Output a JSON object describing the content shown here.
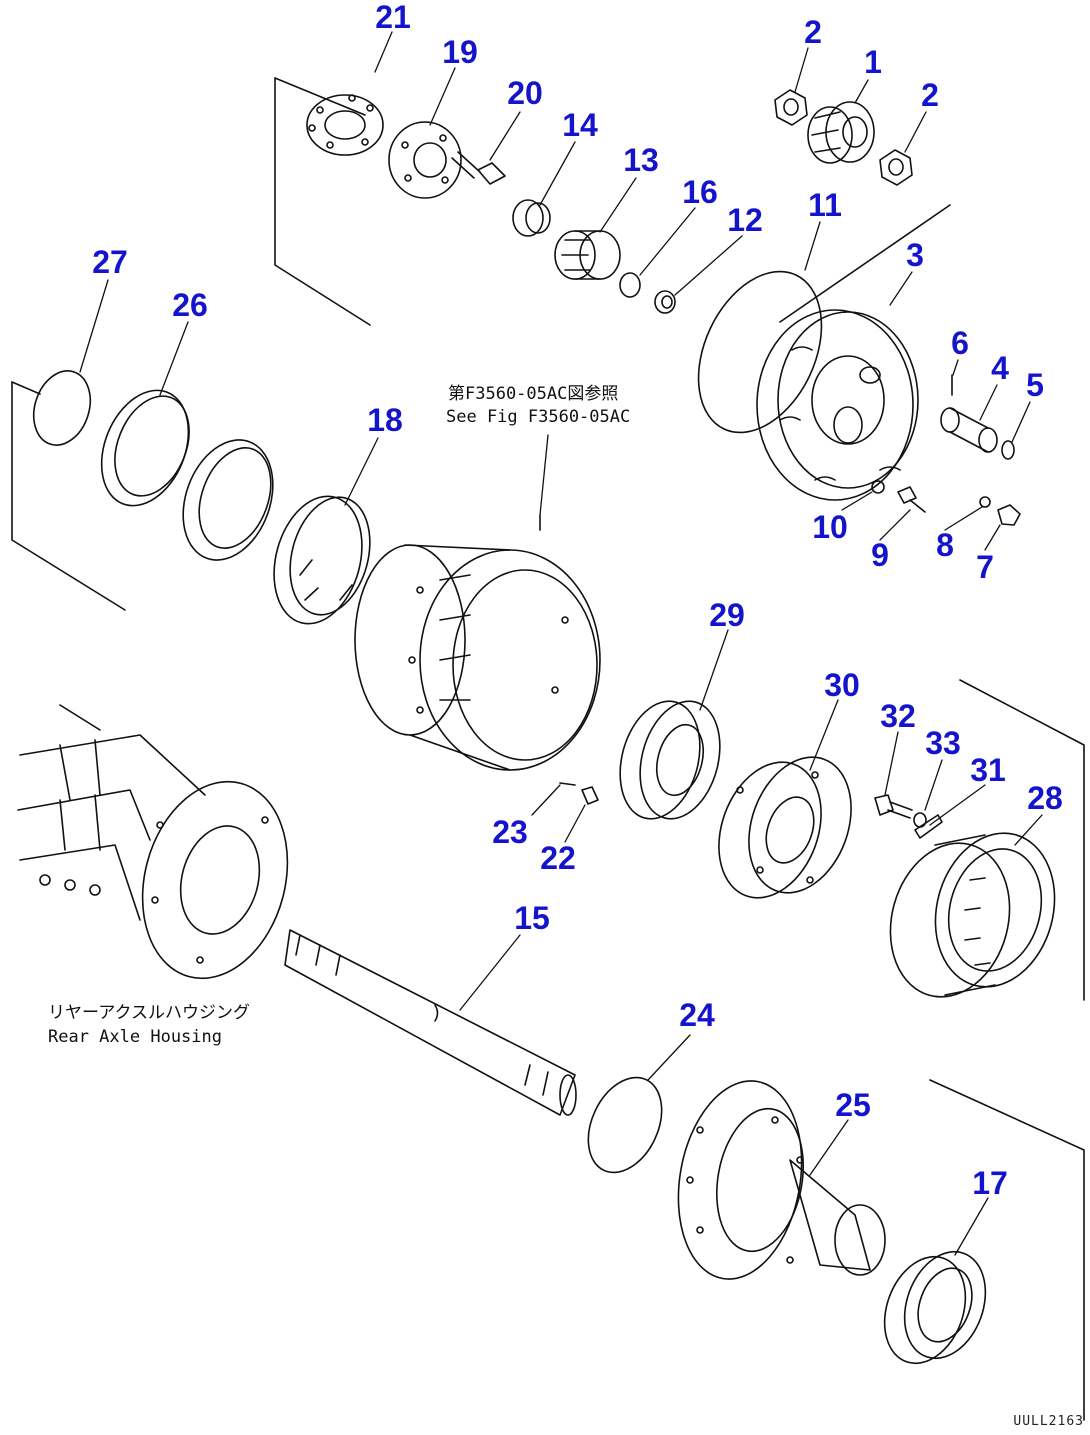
{
  "colors": {
    "callout": "#1414cc",
    "line": "#111111",
    "background": "#ffffff"
  },
  "callouts": [
    {
      "label": "1"
    },
    {
      "label": "2"
    },
    {
      "label": "2"
    },
    {
      "label": "3"
    },
    {
      "label": "4"
    },
    {
      "label": "5"
    },
    {
      "label": "6"
    },
    {
      "label": "7"
    },
    {
      "label": "8"
    },
    {
      "label": "9"
    },
    {
      "label": "10"
    },
    {
      "label": "11"
    },
    {
      "label": "12"
    },
    {
      "label": "13"
    },
    {
      "label": "14"
    },
    {
      "label": "15"
    },
    {
      "label": "16"
    },
    {
      "label": "17"
    },
    {
      "label": "18"
    },
    {
      "label": "19"
    },
    {
      "label": "20"
    },
    {
      "label": "21"
    },
    {
      "label": "22"
    },
    {
      "label": "23"
    },
    {
      "label": "24"
    },
    {
      "label": "25"
    },
    {
      "label": "26"
    },
    {
      "label": "27"
    },
    {
      "label": "28"
    },
    {
      "label": "29"
    },
    {
      "label": "30"
    },
    {
      "label": "31"
    },
    {
      "label": "32"
    },
    {
      "label": "33"
    }
  ],
  "notes": {
    "see_fig_jp": "第F3560-05AC図参照",
    "see_fig_en": "See Fig F3560-05AC",
    "housing_jp": "リヤーアクスルハウジング",
    "housing_en": "Rear Axle Housing"
  },
  "drawing_code": "UULL2163"
}
